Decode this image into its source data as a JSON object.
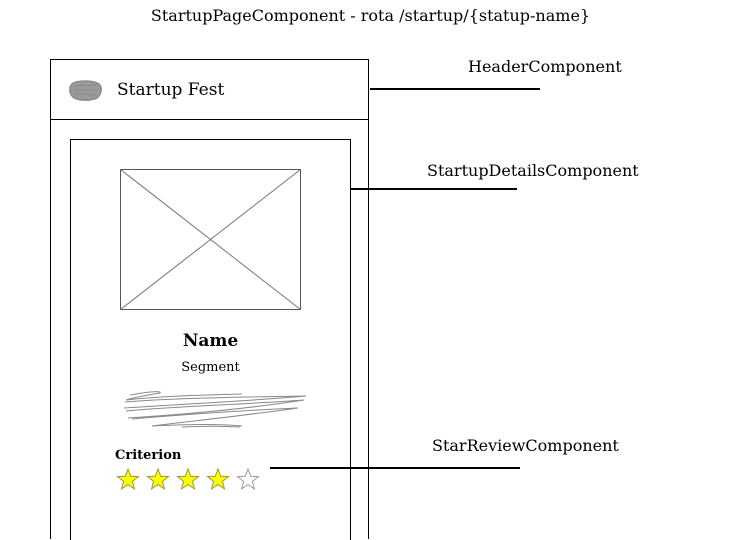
{
  "title": "StartupPageComponent - rota  /startup/{statup-name}",
  "header": {
    "app_title": "Startup Fest",
    "logo_icon": "logo-scribble-icon"
  },
  "details": {
    "image_icon": "image-placeholder-icon",
    "name": "Name",
    "segment": "Segment",
    "description_icon": "text-scribble-icon"
  },
  "review": {
    "criterion": "Criterion",
    "rating": 4,
    "max_rating": 5,
    "star_color": "#ffff00"
  },
  "annotations": {
    "header": "HeaderComponent",
    "details": "StartupDetailsComponent",
    "star_review": "StarReviewComponent"
  }
}
